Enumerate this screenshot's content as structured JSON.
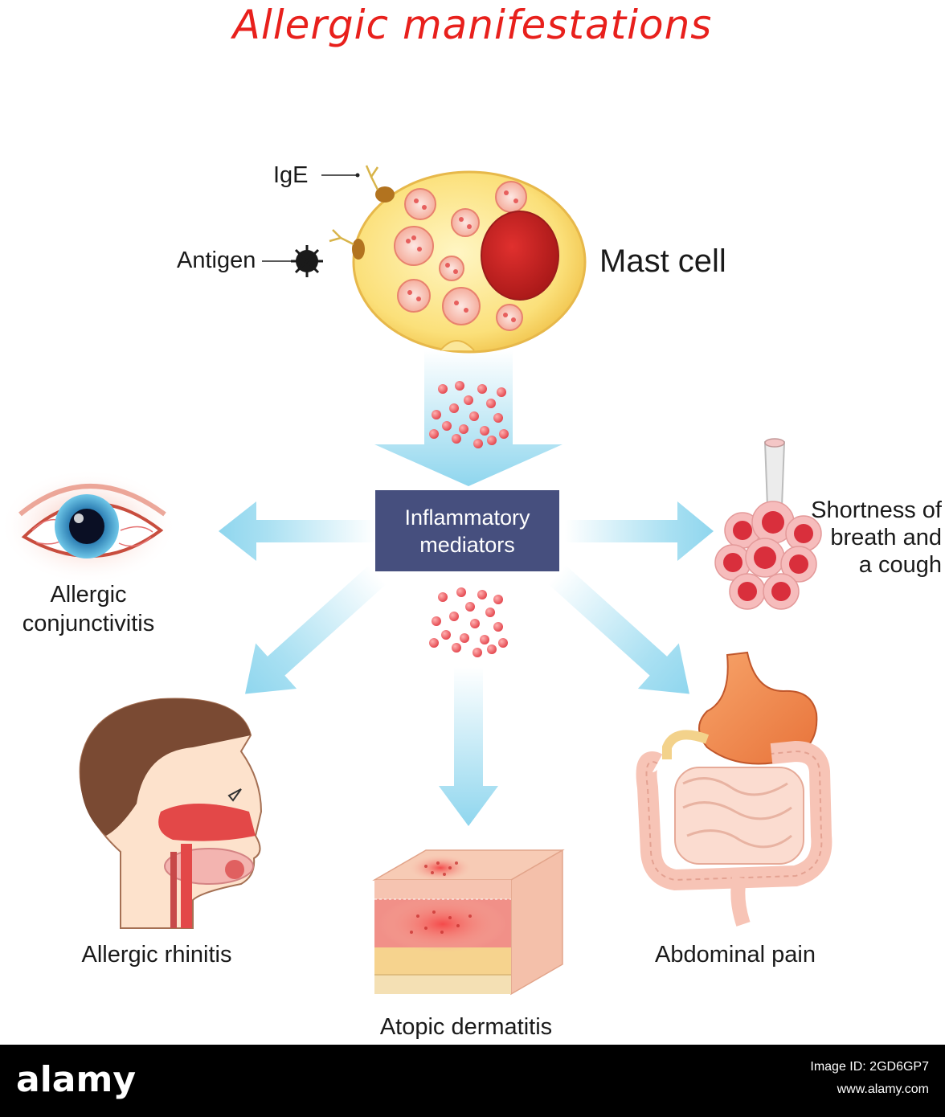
{
  "title": "Allergic manifestations",
  "labels": {
    "ige": "IgE",
    "antigen": "Antigen",
    "mast_cell": "Mast cell",
    "mediators": [
      "Inflammatory",
      "mediators"
    ],
    "conjunctivitis": [
      "Allergic",
      "conjunctivitis"
    ],
    "breath": [
      "Shortness of",
      "breath and",
      "a cough"
    ],
    "rhinitis": "Allergic rhinitis",
    "dermatitis": "Atopic dermatitis",
    "abdominal": "Abdominal pain"
  },
  "footer": {
    "brand": "alamy",
    "image_id": "Image ID: 2GD6GP7",
    "url": "www.alamy.com"
  },
  "colors": {
    "title": "#e8201c",
    "arrow": "#9fdcf0",
    "box": "#464f7e",
    "granule": "#f0666e"
  }
}
